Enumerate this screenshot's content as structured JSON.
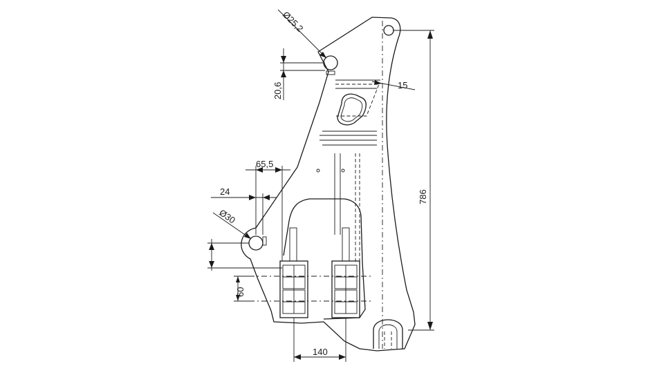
{
  "dimensions": {
    "pin_top_diameter": "Ø25,2",
    "pin_top_offset": "20,6",
    "rib_thickness": "15",
    "overall_height": "786",
    "offset_65": "65,5",
    "offset_24": "24",
    "pin_lower_diameter": "Ø30",
    "pad_height": "60",
    "pad_spacing": "140"
  }
}
